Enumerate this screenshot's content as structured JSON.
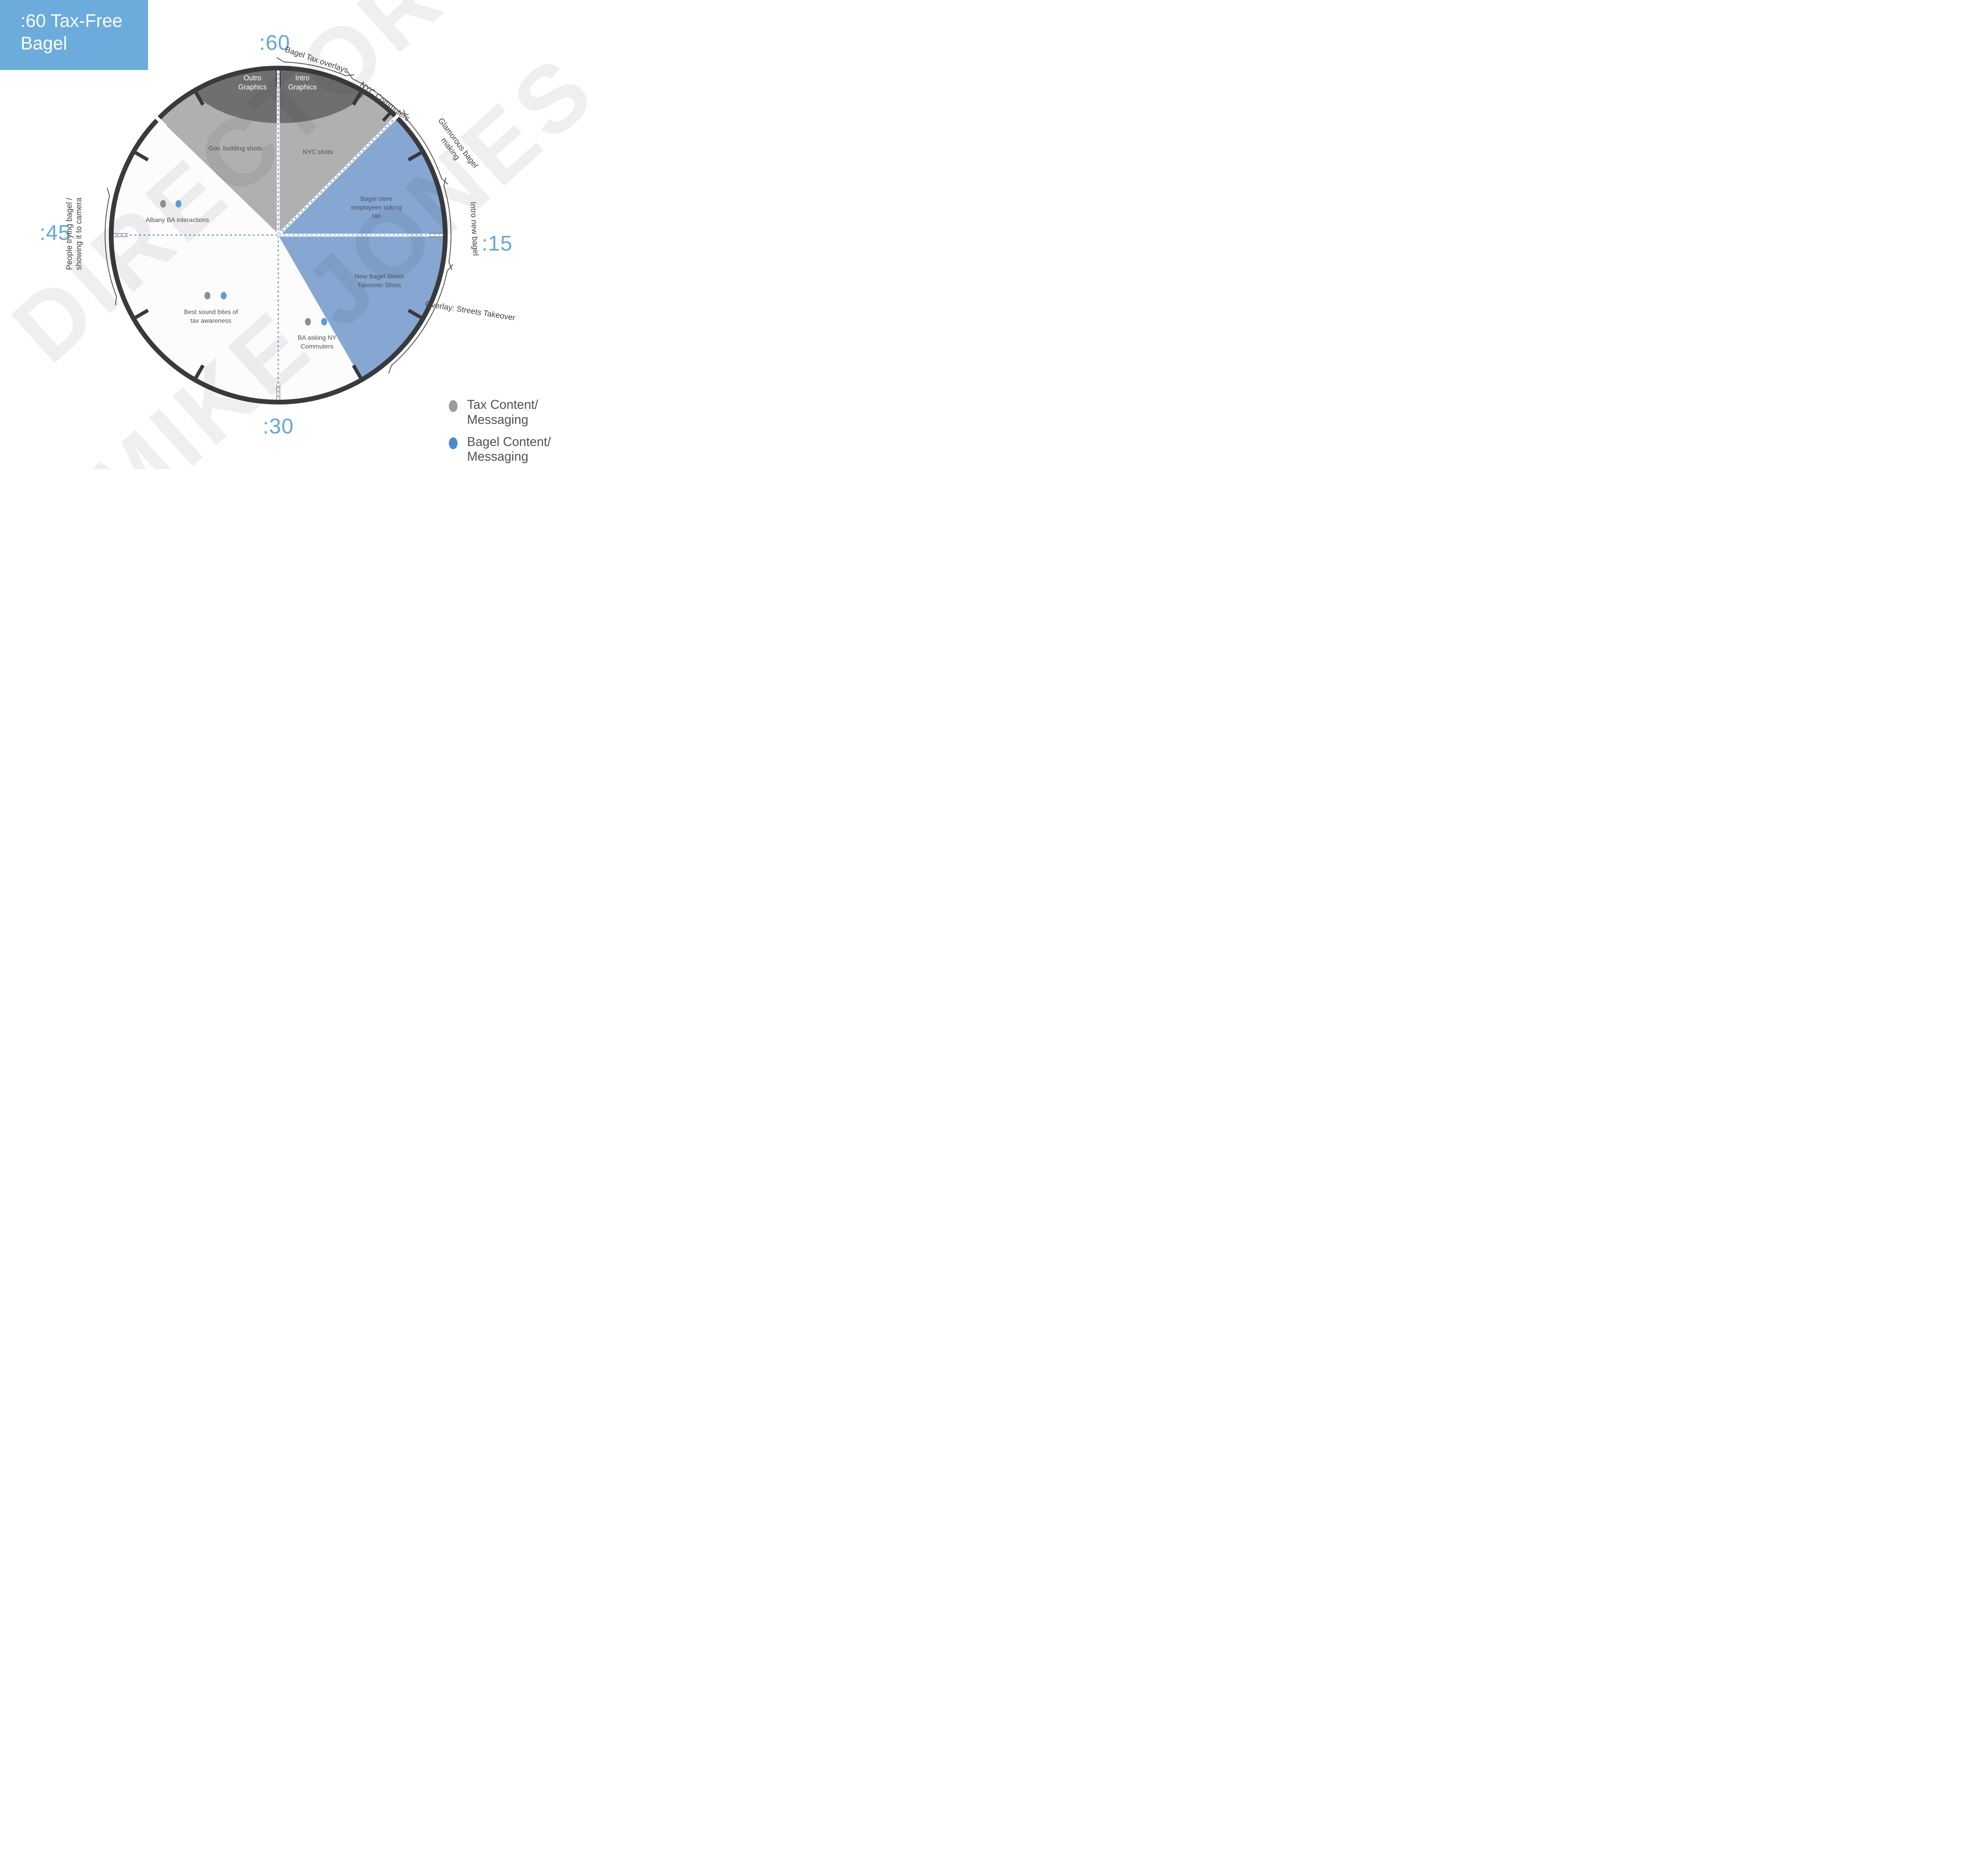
{
  "title": {
    "text": ":60 Tax-Free Bagel"
  },
  "watermark": {
    "line1": "DIRECTOR",
    "line2": "MIKE JONES"
  },
  "time_markers": {
    "top": ":60",
    "right": ":15",
    "bottom": ":30",
    "left": ":45"
  },
  "clock_segments": {
    "outro_graphics": {
      "lines": [
        "Outro",
        "Graphics"
      ]
    },
    "intro_graphics": {
      "lines": [
        "Intro",
        "Graphics"
      ]
    },
    "gov_building": {
      "lines": [
        "Gov. building shots"
      ]
    },
    "nyc_shots": {
      "lines": [
        "NYC shots"
      ]
    },
    "bagel_store": {
      "lines": [
        "Bagel store",
        "employees talking",
        "tax"
      ]
    },
    "new_bagel_street": {
      "lines": [
        "New Bagel Street",
        "Takeover Shots"
      ]
    },
    "albany_ba": {
      "lines": [
        "Albany BA interactions"
      ]
    },
    "sound_bites": {
      "lines": [
        "Best sound bites of",
        "tax awareness"
      ]
    },
    "ba_asking": {
      "lines": [
        "BA asking NY",
        "Commuters"
      ]
    }
  },
  "arc_annotations": {
    "bagel_tax_overlays": {
      "lines": [
        "Bagel Tax overlays"
      ]
    },
    "nyc_commuters": {
      "lines": [
        "NYC Commuters"
      ]
    },
    "glamorous_bagel": {
      "lines": [
        "Glamorous bagel",
        "making"
      ]
    },
    "intro_new_bagel": {
      "lines": [
        "Intro new bagel"
      ]
    },
    "overlay_streets": {
      "lines": [
        "Overlay: Streets Takeover"
      ]
    },
    "people_trying": {
      "lines": [
        "People trying bagel /",
        "showing it to camera"
      ]
    }
  },
  "legend": {
    "items": [
      {
        "lines": [
          "Tax Content/",
          "Messaging"
        ],
        "color": "#9b9b9f"
      },
      {
        "lines": [
          "Bagel Content/",
          "Messaging"
        ],
        "color": "#4b8cc8"
      }
    ]
  },
  "colors": {
    "title_box_blue": "#6bacdd",
    "time_label_blue": "#64a7d9",
    "wedge_gray": "#b0b0b3",
    "wedge_blue": "#85a7d2",
    "lens_dark_gray": "#6f6f72",
    "rim_dark": "#3a393b",
    "tax_dot_gray": "#8f8f93",
    "bagel_dot_blue": "#54a0d8",
    "dashed_guide_blue": "#5b9fd4"
  }
}
